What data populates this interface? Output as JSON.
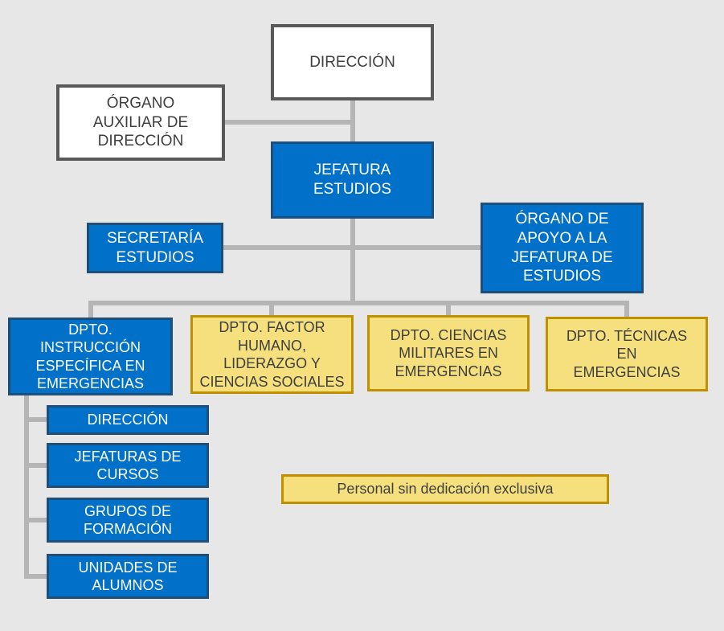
{
  "diagram": {
    "type": "org-chart",
    "nodes": {
      "direccion": {
        "label": "DIRECCIÓN",
        "style": "white"
      },
      "organo_auxiliar": {
        "label": "ÓRGANO\nAUXILIAR DE\nDIRECCIÓN",
        "style": "white"
      },
      "jefatura_estudios": {
        "label": "JEFATURA\nESTUDIOS",
        "style": "blue"
      },
      "secretaria_estudios": {
        "label": "SECRETARÍA\nESTUDIOS",
        "style": "blue"
      },
      "organo_apoyo": {
        "label": "ÓRGANO DE\nAPOYO A LA\nJEFATURA DE\nESTUDIOS",
        "style": "blue"
      },
      "dpto_instruccion": {
        "label": "DPTO.\nINSTRUCCIÓN\nESPECÍFICA EN\nEMERGENCIAS",
        "style": "blue"
      },
      "dpto_factor_humano": {
        "label": "DPTO. FACTOR\nHUMANO,\nLIDERAZGO Y\nCIENCIAS SOCIALES",
        "style": "yellow"
      },
      "dpto_ciencias_militares": {
        "label": "DPTO. CIENCIAS\nMILITARES EN\nEMERGENCIAS",
        "style": "yellow"
      },
      "dpto_tecnicas": {
        "label": "DPTO. TÉCNICAS EN\nEMERGENCIAS",
        "style": "yellow"
      },
      "sub_direccion": {
        "label": "DIRECCIÓN",
        "style": "blue"
      },
      "jefaturas_cursos": {
        "label": "JEFATURAS DE\nCURSOS",
        "style": "blue"
      },
      "grupos_formacion": {
        "label": "GRUPOS DE\nFORMACIÓN",
        "style": "blue"
      },
      "unidades_alumnos": {
        "label": "UNIDADES DE\nALUMNOS",
        "style": "blue"
      }
    },
    "legend": {
      "label": "Personal sin dedicación exclusiva"
    },
    "colors": {
      "background": "#e7e7e7",
      "connector": "#b5b5b5",
      "white_box_bg": "#ffffff",
      "white_box_border": "#595959",
      "white_box_text": "#3f3f3f",
      "blue_box_bg": "#0070c9",
      "blue_box_border": "#1f4e79",
      "blue_box_text": "#ffffff",
      "yellow_box_bg": "#f5e07d",
      "yellow_box_border": "#bf9000",
      "yellow_box_text": "#3f3f3f"
    }
  }
}
